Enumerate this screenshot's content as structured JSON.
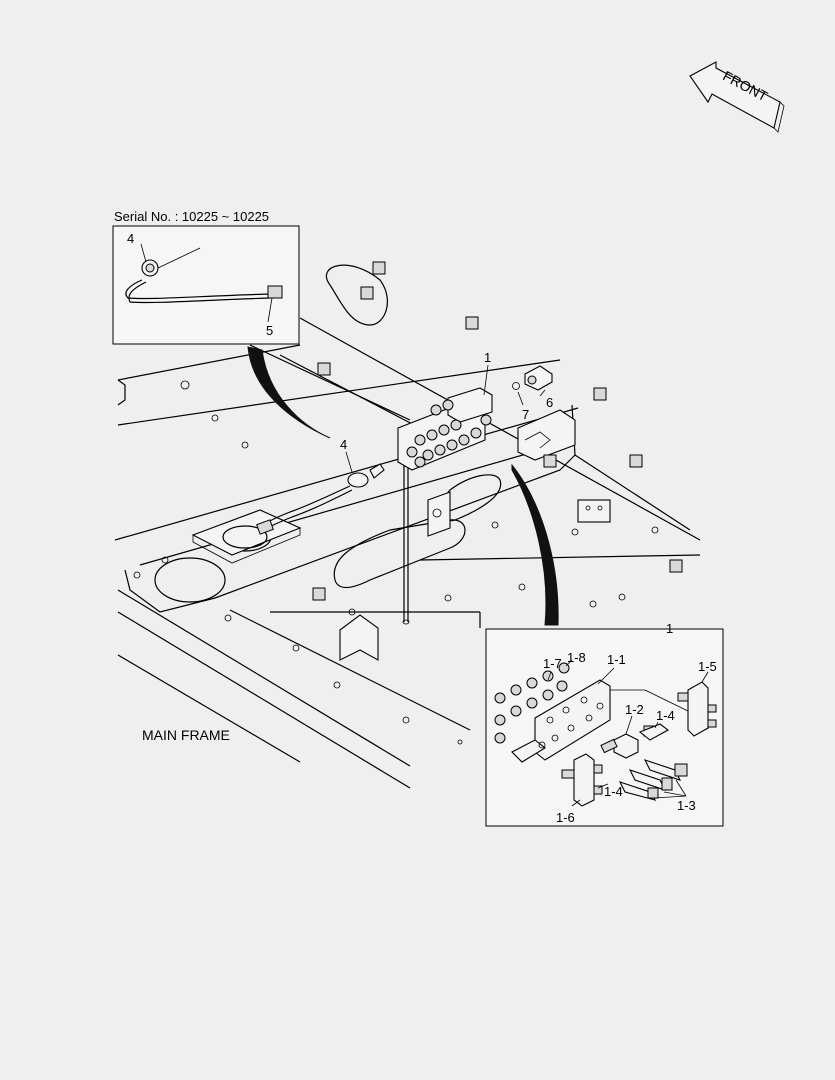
{
  "serial_label": "Serial No. : 10225 ~ 10225",
  "main_frame_label": "MAIN FRAME",
  "front_label": "FRONT",
  "callouts": {
    "main_1": "1",
    "main_4": "4",
    "main_6": "6",
    "main_7": "7",
    "inset_top_4": "4",
    "inset_top_5": "5",
    "inset_bottom_1": "1",
    "part_1_1": "1-1",
    "part_1_2": "1-2",
    "part_1_3": "1-3",
    "part_1_4a": "1-4",
    "part_1_4b": "1-4",
    "part_1_5": "1-5",
    "part_1_6": "1-6",
    "part_1_7": "1-7",
    "part_1_8": "1-8"
  }
}
